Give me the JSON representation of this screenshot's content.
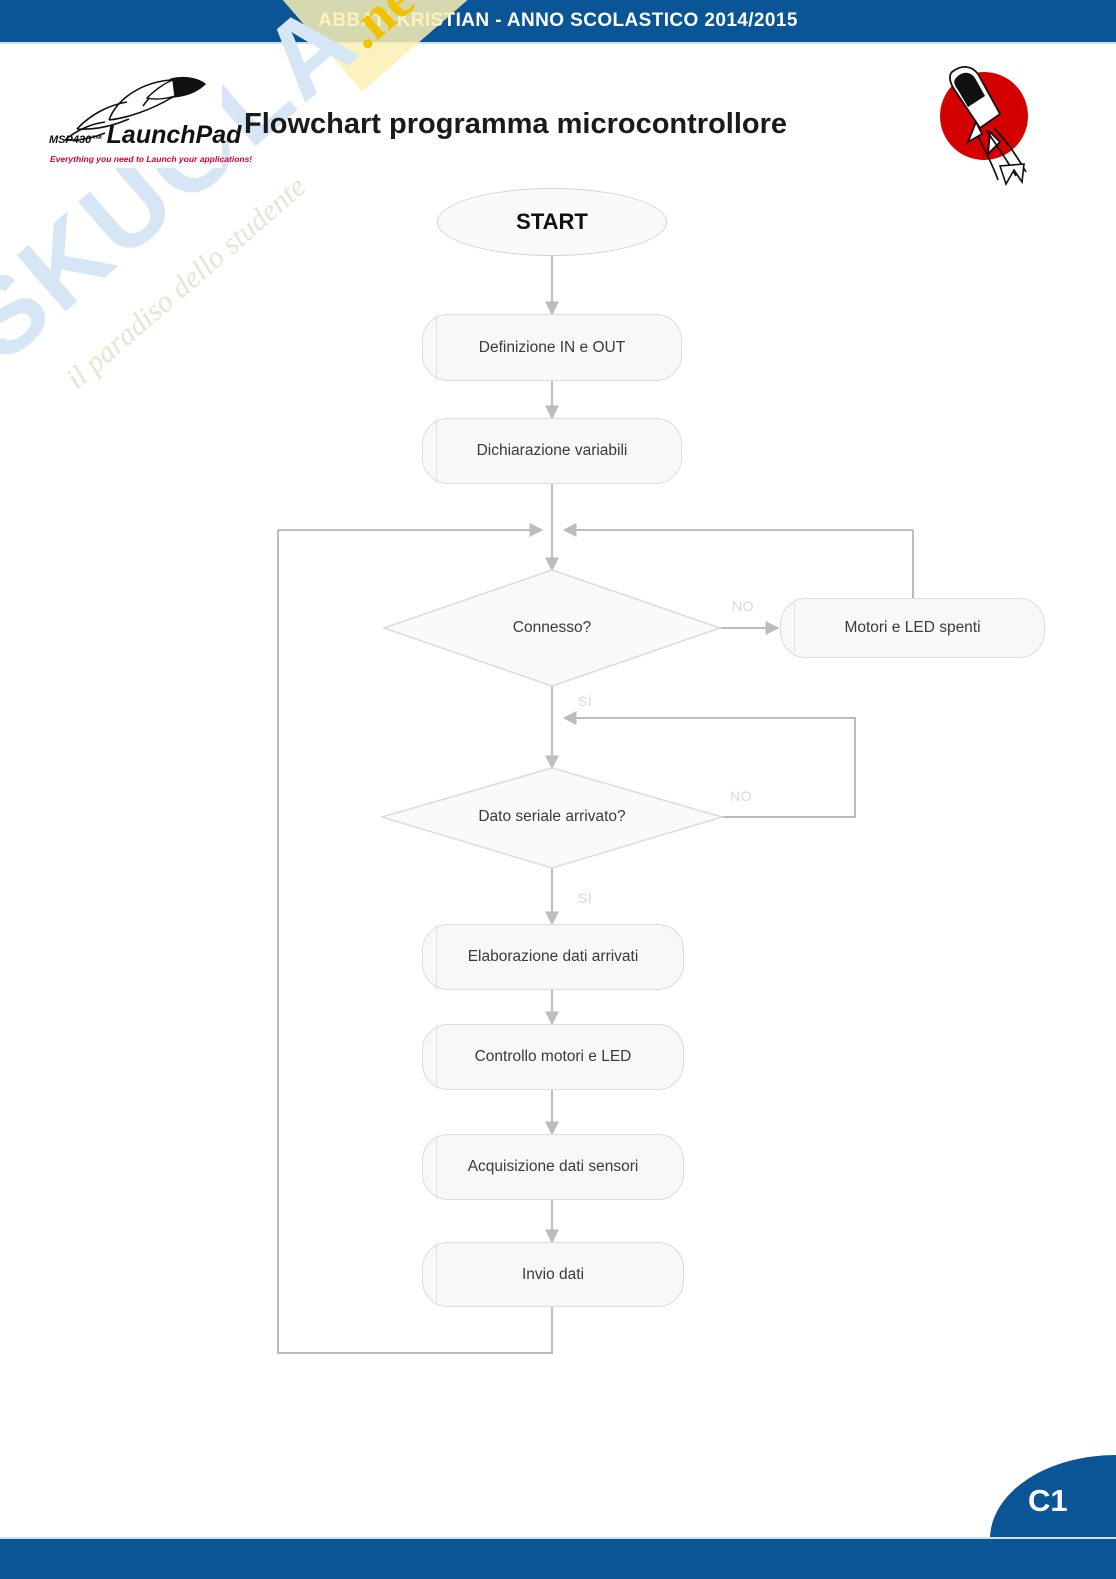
{
  "header": {
    "banner_text": "ABBATI KRISTIAN - ANNO SCOLASTICO 2014/2015",
    "title": "Flowchart programma microcontrollore",
    "logo": {
      "msp": "MSP430™",
      "launchpad": "LaunchPad",
      "tagline": "Everything you need to Launch your applications!"
    },
    "rocket_icon": "rocket-icon"
  },
  "watermark": {
    "brand": "SKUOLA",
    "suffix": ".net",
    "tagline": "il paradiso dello studente"
  },
  "footer": {
    "page_label": "C1"
  },
  "colors": {
    "brand_blue": "#0a5596",
    "node_border": "#dcdcdc",
    "node_fill": "#f8f8f8",
    "connector": "#bdbdbd",
    "edge_label": "#d8d8d8",
    "rocket_red": "#d40000",
    "watermark_blue": "#d6e6f4",
    "watermark_yellow": "#f2c200"
  },
  "chart_data": {
    "type": "diagram",
    "diagram_kind": "flowchart",
    "title": "Flowchart programma microcontrollore",
    "nodes": [
      {
        "id": "start",
        "shape": "terminator",
        "label": "START"
      },
      {
        "id": "io",
        "shape": "process",
        "label": "Definizione IN e OUT"
      },
      {
        "id": "vars",
        "shape": "process",
        "label": "Dichiarazione variabili"
      },
      {
        "id": "connesso",
        "shape": "decision",
        "label": "Connesso?"
      },
      {
        "id": "motori_off",
        "shape": "process",
        "label": "Motori e LED spenti"
      },
      {
        "id": "dato_seriale",
        "shape": "decision",
        "label": "Dato seriale arrivato?"
      },
      {
        "id": "elaborazione",
        "shape": "process",
        "label": "Elaborazione dati arrivati"
      },
      {
        "id": "controllo",
        "shape": "process",
        "label": "Controllo motori e LED"
      },
      {
        "id": "acquisizione",
        "shape": "process",
        "label": "Acquisizione dati sensori"
      },
      {
        "id": "invio",
        "shape": "process",
        "label": "Invio dati"
      }
    ],
    "edges": [
      {
        "from": "start",
        "to": "io",
        "label": ""
      },
      {
        "from": "io",
        "to": "vars",
        "label": ""
      },
      {
        "from": "vars",
        "to": "connesso",
        "label": ""
      },
      {
        "from": "connesso",
        "to": "motori_off",
        "label": "NO"
      },
      {
        "from": "connesso",
        "to": "dato_seriale",
        "label": "SÌ"
      },
      {
        "from": "motori_off",
        "to": "connesso",
        "label": ""
      },
      {
        "from": "dato_seriale",
        "to": "dato_seriale",
        "label": "NO"
      },
      {
        "from": "dato_seriale",
        "to": "elaborazione",
        "label": "SÌ"
      },
      {
        "from": "elaborazione",
        "to": "controllo",
        "label": ""
      },
      {
        "from": "controllo",
        "to": "acquisizione",
        "label": ""
      },
      {
        "from": "acquisizione",
        "to": "invio",
        "label": ""
      },
      {
        "from": "invio",
        "to": "connesso",
        "label": ""
      }
    ],
    "edge_labels": [
      "NO",
      "SÌ",
      "NO",
      "SÌ"
    ]
  }
}
